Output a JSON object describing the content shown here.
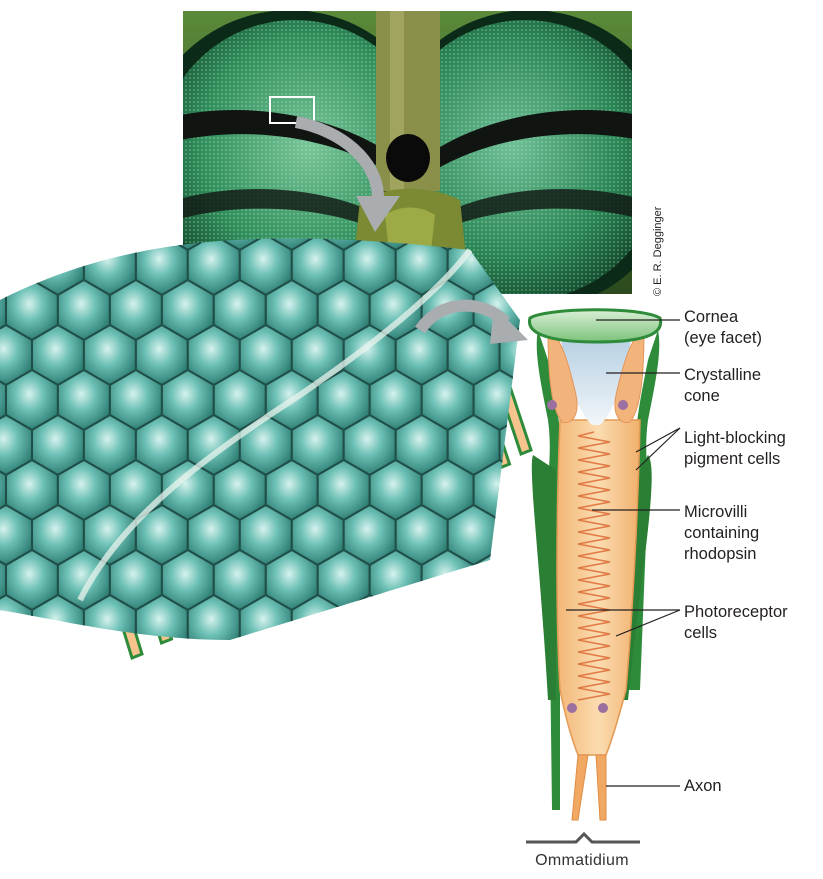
{
  "figure": {
    "photo_credit": "© E. R. Degginger",
    "caption": "Ommatidium",
    "labels": {
      "cornea": [
        "Cornea",
        "(eye facet)"
      ],
      "cone": [
        "Crystalline",
        "cone"
      ],
      "pigment": [
        "Light-blocking",
        "pigment cells"
      ],
      "microvilli": [
        "Microvilli",
        "containing",
        "rhodopsin"
      ],
      "photoreceptor": [
        "Photoreceptor",
        "cells"
      ],
      "axon": [
        "Axon"
      ]
    }
  },
  "colors": {
    "pigment_green": "#2e8b3a",
    "cell_orange": "#f6c48c",
    "cone_blue": "#c9dbe8",
    "facet_teal": "#5fb1a7",
    "arrow_gray": "#a9adb0"
  }
}
